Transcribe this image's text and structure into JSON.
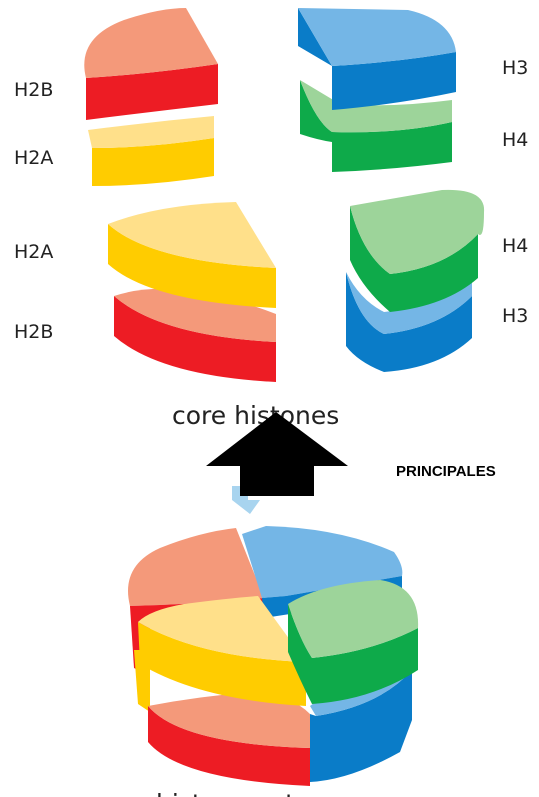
{
  "labels": {
    "top_left_upper": "H2B",
    "top_left_lower": "H2A",
    "top_right_upper": "H3",
    "top_right_lower": "H4",
    "mid_left_upper": "H2A",
    "mid_left_lower": "H2B",
    "mid_right_upper": "H4",
    "mid_right_lower": "H3"
  },
  "captions": {
    "core": "core histones",
    "octamer": "histone octamer"
  },
  "arrow_label": "PRINCIPALES",
  "colors": {
    "h2b_top": "#f4997a",
    "h2b_side": "#ed1c24",
    "h2a_top": "#ffe08a",
    "h2a_side": "#ffcc00",
    "h3_top": "#74b6e6",
    "h3_side": "#0a7cc8",
    "h4_top": "#9dd49a",
    "h4_side": "#0eaa4a",
    "arrow": "#000000",
    "arrow_shadow": "#a8d4ef"
  }
}
